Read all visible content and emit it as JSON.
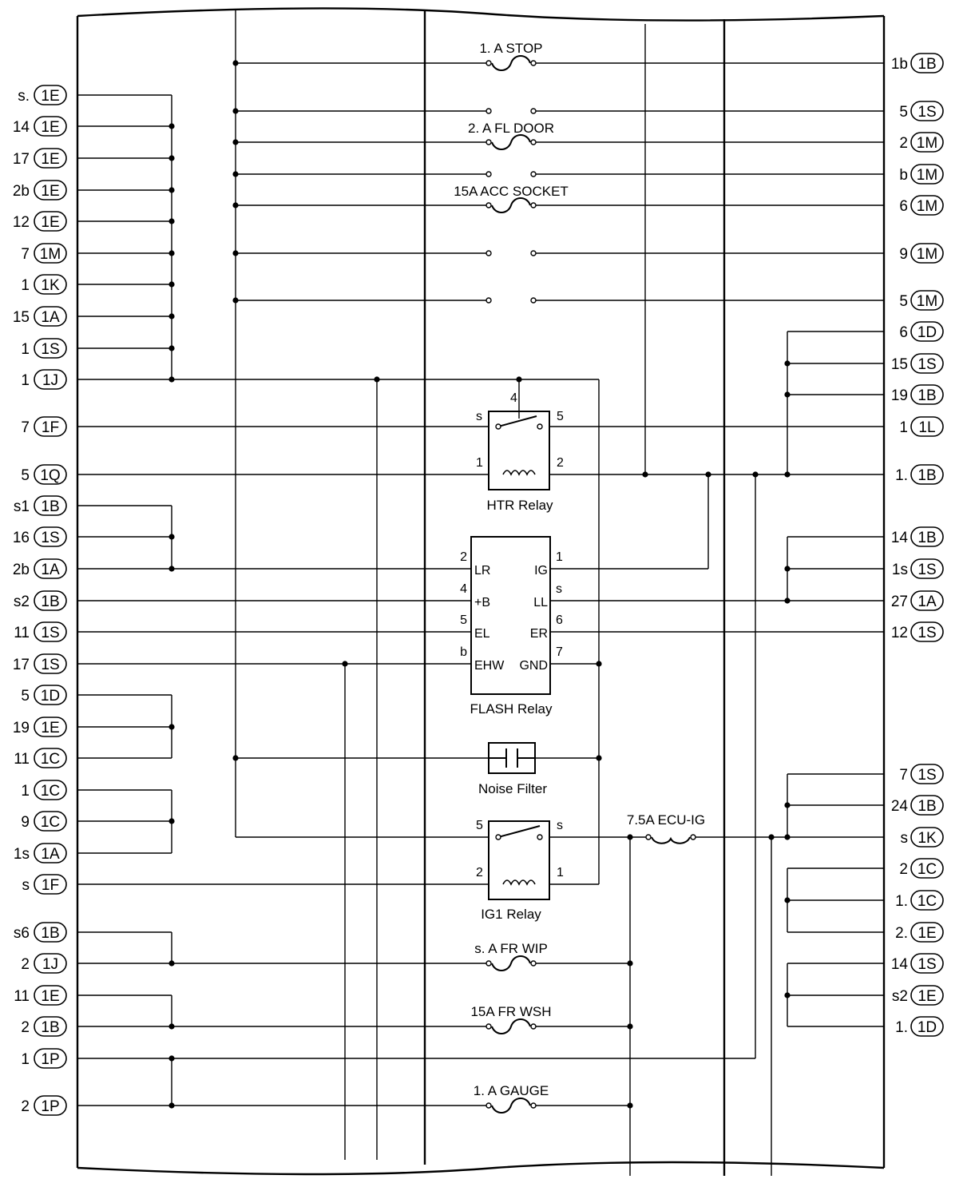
{
  "left_pins": [
    {
      "pin": "s.",
      "conn": "1E"
    },
    {
      "pin": "14",
      "conn": "1E"
    },
    {
      "pin": "17",
      "conn": "1E"
    },
    {
      "pin": "2b",
      "conn": "1E"
    },
    {
      "pin": "12",
      "conn": "1E"
    },
    {
      "pin": "7",
      "conn": "1M"
    },
    {
      "pin": "1",
      "conn": "1K"
    },
    {
      "pin": "15",
      "conn": "1A"
    },
    {
      "pin": "1",
      "conn": "1S"
    },
    {
      "pin": "1",
      "conn": "1J"
    },
    {
      "pin": "7",
      "conn": "1F"
    },
    {
      "pin": "5",
      "conn": "1Q"
    },
    {
      "pin": "s1",
      "conn": "1B"
    },
    {
      "pin": "16",
      "conn": "1S"
    },
    {
      "pin": "2b",
      "conn": "1A"
    },
    {
      "pin": "s2",
      "conn": "1B"
    },
    {
      "pin": "11",
      "conn": "1S"
    },
    {
      "pin": "17",
      "conn": "1S"
    },
    {
      "pin": "5",
      "conn": "1D"
    },
    {
      "pin": "19",
      "conn": "1E"
    },
    {
      "pin": "11",
      "conn": "1C"
    },
    {
      "pin": "1",
      "conn": "1C"
    },
    {
      "pin": "9",
      "conn": "1C"
    },
    {
      "pin": "1s",
      "conn": "1A"
    },
    {
      "pin": "s",
      "conn": "1F"
    },
    {
      "pin": "s6",
      "conn": "1B"
    },
    {
      "pin": "2",
      "conn": "1J"
    },
    {
      "pin": "11",
      "conn": "1E"
    },
    {
      "pin": "2",
      "conn": "1B"
    },
    {
      "pin": "1",
      "conn": "1P"
    },
    {
      "pin": "2",
      "conn": "1P"
    }
  ],
  "right_pins": [
    {
      "pin": "1b",
      "conn": "1B"
    },
    {
      "pin": "5",
      "conn": "1S"
    },
    {
      "pin": "2",
      "conn": "1M"
    },
    {
      "pin": "b",
      "conn": "1M"
    },
    {
      "pin": "6",
      "conn": "1M"
    },
    {
      "pin": "9",
      "conn": "1M"
    },
    {
      "pin": "5",
      "conn": "1M"
    },
    {
      "pin": "6",
      "conn": "1D"
    },
    {
      "pin": "15",
      "conn": "1S"
    },
    {
      "pin": "19",
      "conn": "1B"
    },
    {
      "pin": "1",
      "conn": "1L"
    },
    {
      "pin": "1.",
      "conn": "1B"
    },
    {
      "pin": "14",
      "conn": "1B"
    },
    {
      "pin": "1s",
      "conn": "1S"
    },
    {
      "pin": "27",
      "conn": "1A"
    },
    {
      "pin": "12",
      "conn": "1S"
    },
    {
      "pin": "7",
      "conn": "1S"
    },
    {
      "pin": "24",
      "conn": "1B"
    },
    {
      "pin": "s",
      "conn": "1K"
    },
    {
      "pin": "2",
      "conn": "1C"
    },
    {
      "pin": "1.",
      "conn": "1C"
    },
    {
      "pin": "2.",
      "conn": "1E"
    },
    {
      "pin": "14",
      "conn": "1S"
    },
    {
      "pin": "s2",
      "conn": "1E"
    },
    {
      "pin": "1.",
      "conn": "1D"
    }
  ],
  "fuses": {
    "stop": "1. A STOP",
    "fl_door": "2. A FL DOOR",
    "acc_socket": "15A ACC SOCKET",
    "ecu_ig": "7.5A ECU-IG",
    "fr_wip": "s. A FR WIP",
    "fr_wsh": "15A FR WSH",
    "gauge": "1. A GAUGE"
  },
  "htr_relay": {
    "label": "HTR Relay",
    "t4": "4",
    "ts": "s",
    "t5": "5",
    "t1": "1",
    "t2": "2"
  },
  "flash_relay": {
    "label": "FLASH Relay",
    "left_terms": [
      {
        "num": "2",
        "name": "LR"
      },
      {
        "num": "4",
        "name": "+B"
      },
      {
        "num": "5",
        "name": "EL"
      },
      {
        "num": "b",
        "name": "EHW"
      }
    ],
    "right_terms": [
      {
        "num": "1",
        "name": "IG"
      },
      {
        "num": "s",
        "name": "LL"
      },
      {
        "num": "6",
        "name": "ER"
      },
      {
        "num": "7",
        "name": "GND"
      }
    ]
  },
  "noise_filter": {
    "label": "Noise Filter"
  },
  "ig1_relay": {
    "label": "IG1 Relay",
    "t5": "5",
    "ts": "s",
    "t2": "2",
    "t1": "1"
  }
}
